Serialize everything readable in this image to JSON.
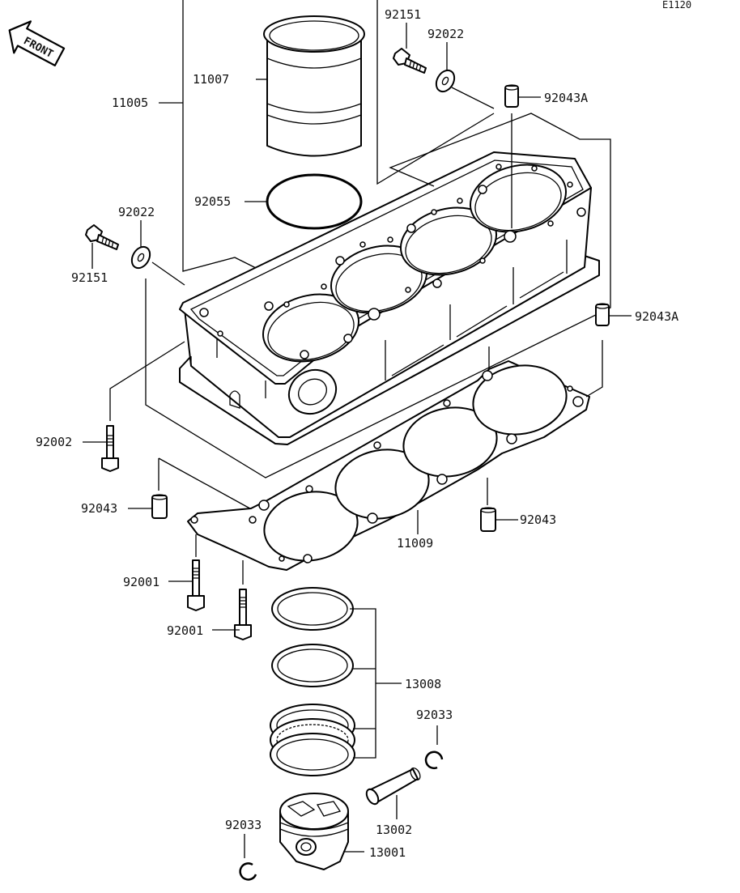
{
  "diagram_code": "E1120",
  "front_label": "FRONT",
  "labels": {
    "p11005": "11005",
    "p11007": "11007",
    "p92055": "92055",
    "p92022_left": "92022",
    "p92151_left": "92151",
    "p92151_top": "92151",
    "p92022_top": "92022",
    "p92043A_top": "92043A",
    "p92043A_right": "92043A",
    "p92002": "92002",
    "p92043_left": "92043",
    "p92043_right": "92043",
    "p11009": "11009",
    "p92001_upper": "92001",
    "p92001_lower": "92001",
    "p13008": "13008",
    "p92033_right": "92033",
    "p13002": "13002",
    "p92033_left": "92033",
    "p13001": "13001"
  }
}
